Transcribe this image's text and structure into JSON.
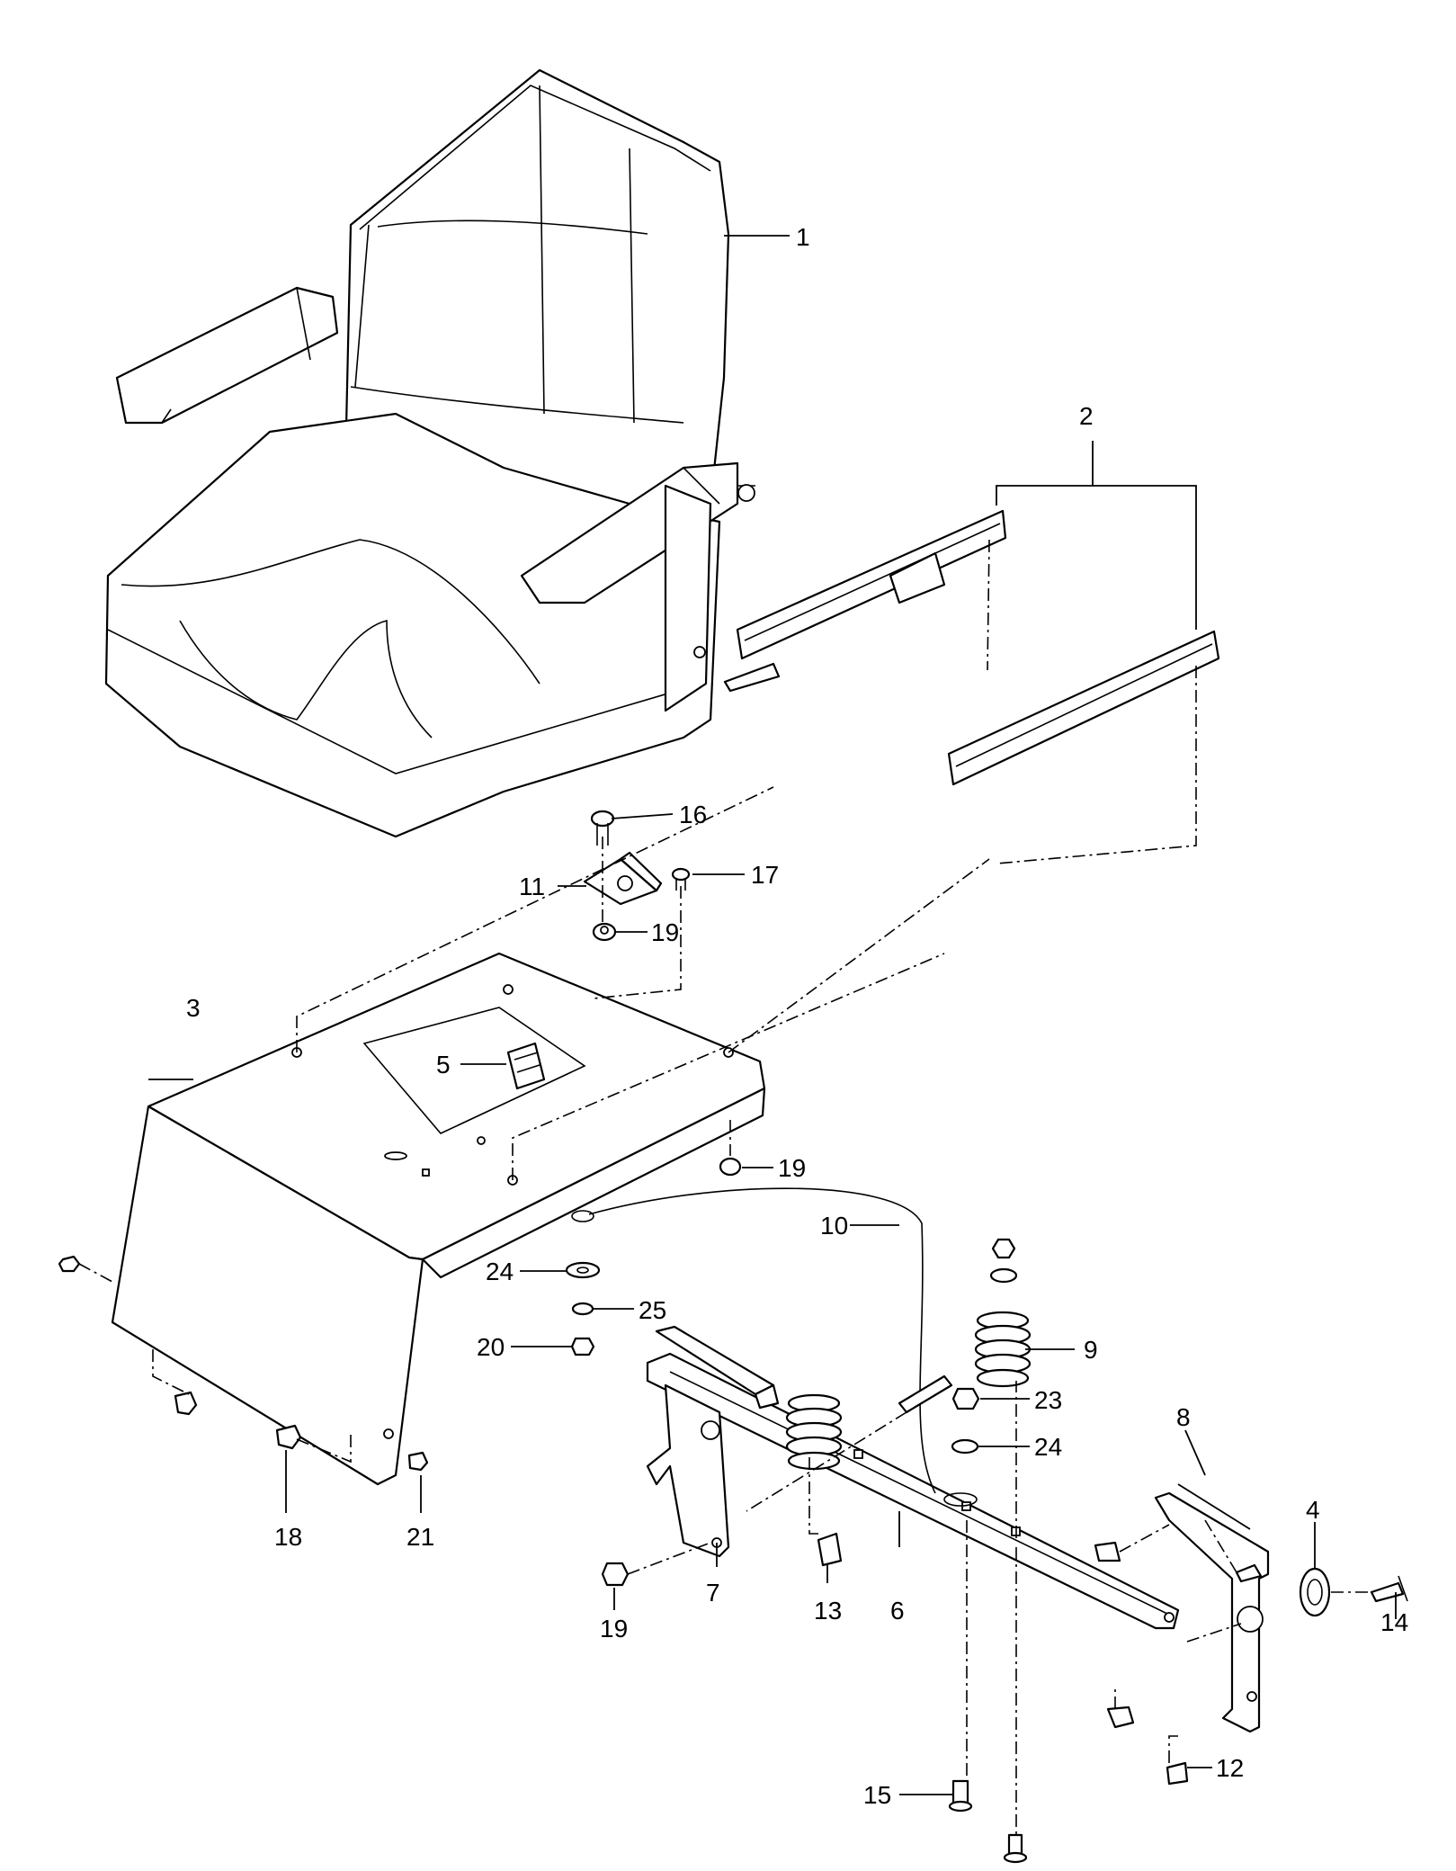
{
  "callouts": [
    {
      "id": "c1",
      "text": "1"
    },
    {
      "id": "c2",
      "text": "2"
    },
    {
      "id": "c3",
      "text": "3"
    },
    {
      "id": "c4",
      "text": "4"
    },
    {
      "id": "c5",
      "text": "5"
    },
    {
      "id": "c6",
      "text": "6"
    },
    {
      "id": "c7",
      "text": "7"
    },
    {
      "id": "c8",
      "text": "8"
    },
    {
      "id": "c9",
      "text": "9"
    },
    {
      "id": "c10",
      "text": "10"
    },
    {
      "id": "c11",
      "text": "11"
    },
    {
      "id": "c12",
      "text": "12"
    },
    {
      "id": "c13",
      "text": "13"
    },
    {
      "id": "c14",
      "text": "14"
    },
    {
      "id": "c15",
      "text": "15"
    },
    {
      "id": "c16",
      "text": "16"
    },
    {
      "id": "c17",
      "text": "17"
    },
    {
      "id": "c18",
      "text": "18"
    },
    {
      "id": "c19a",
      "text": "19"
    },
    {
      "id": "c19b",
      "text": "19"
    },
    {
      "id": "c19c",
      "text": "19"
    },
    {
      "id": "c20",
      "text": "20"
    },
    {
      "id": "c21",
      "text": "21"
    },
    {
      "id": "c23",
      "text": "23"
    },
    {
      "id": "c24a",
      "text": "24"
    },
    {
      "id": "c24b",
      "text": "24"
    },
    {
      "id": "c25",
      "text": "25"
    }
  ]
}
